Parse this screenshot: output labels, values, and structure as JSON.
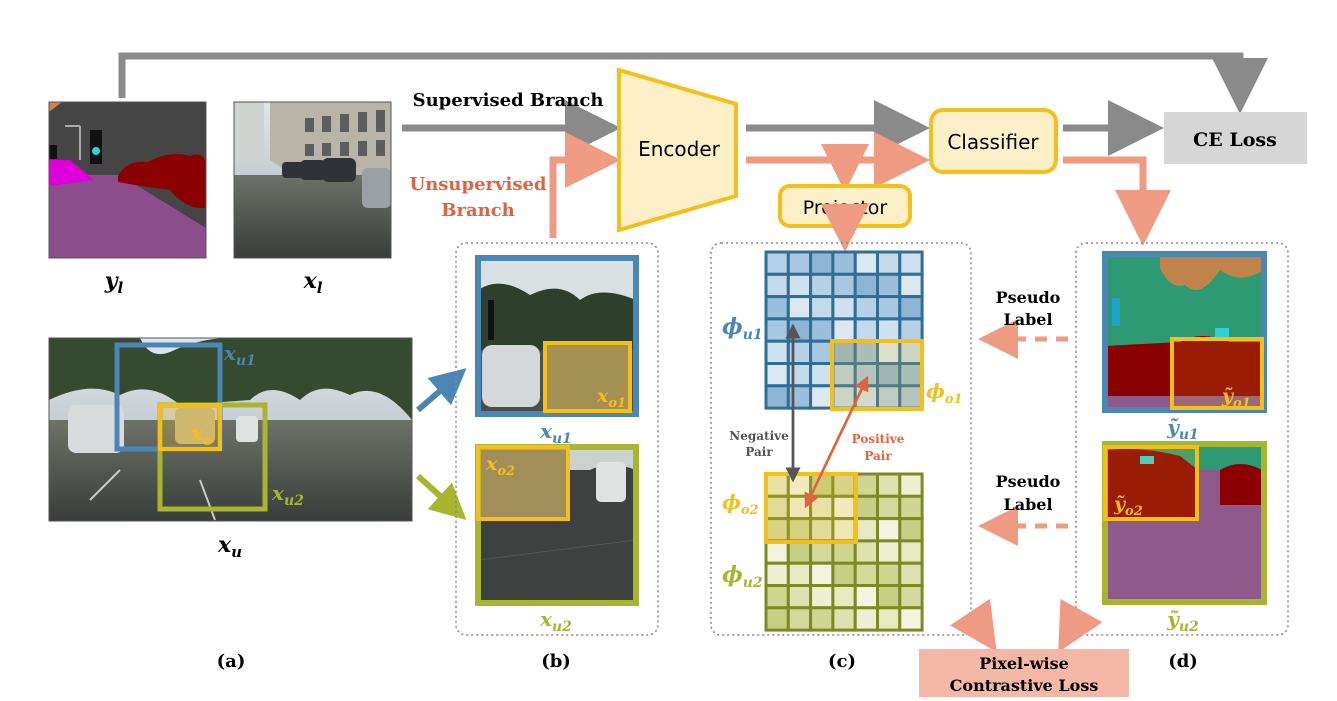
{
  "colors": {
    "blue": "#4a87b5",
    "olive": "#a7b62e",
    "gold": "#f5bf1a",
    "gold_fill": "#fdf0c8",
    "gray_arrow": "#8a8a8a",
    "salmon_arrow": "#ef9a83",
    "ce_box": "#d6d6d6",
    "loss_box": "#f5b8a7",
    "unsup_text": "#e0633f",
    "pos_pair": "#e0633f",
    "neg_pair": "#555555"
  },
  "branches": {
    "supervised": "Supervised Branch",
    "unsupervised_line1": "Unsupervised",
    "unsupervised_line2": "Branch"
  },
  "modules": {
    "encoder": "Encoder",
    "classifier": "Classifier",
    "projector": "Projector",
    "ce_loss": "CE Loss",
    "contrastive_line1": "Pixel-wise",
    "contrastive_line2": "Contrastive Loss"
  },
  "images": {
    "y_l": "y",
    "y_l_sub": "l",
    "x_l": "x",
    "x_l_sub": "l",
    "x_u": "x",
    "x_u_sub": "u"
  },
  "crops": {
    "x_u1": "x",
    "x_u1_sub": "u1",
    "x_u2": "x",
    "x_u2_sub": "u2",
    "x_o": "x",
    "x_o_sub": "o",
    "x_o1": "x",
    "x_o1_sub": "o1",
    "x_o2": "x",
    "x_o2_sub": "o2"
  },
  "features": {
    "phi_u1": "ϕ",
    "phi_u1_sub": "u1",
    "phi_o1": "ϕ",
    "phi_o1_sub": "o1",
    "phi_o2": "ϕ",
    "phi_o2_sub": "o2",
    "phi_u2": "ϕ",
    "phi_u2_sub": "u2",
    "negative_line1": "Negative",
    "negative_line2": "Pair",
    "positive_line1": "Positive",
    "positive_line2": "Pair"
  },
  "pseudo": {
    "label_line1": "Pseudo",
    "label_line2": "Label",
    "y_o1": "ỹ",
    "y_o1_sub": "o1",
    "y_o2": "ỹ",
    "y_o2_sub": "o2",
    "y_u1": "ỹ",
    "y_u1_sub": "u1",
    "y_u2": "ỹ",
    "y_u2_sub": "u2"
  },
  "panels": {
    "a": "(a)",
    "b": "(b)",
    "c": "(c)",
    "d": "(d)"
  }
}
